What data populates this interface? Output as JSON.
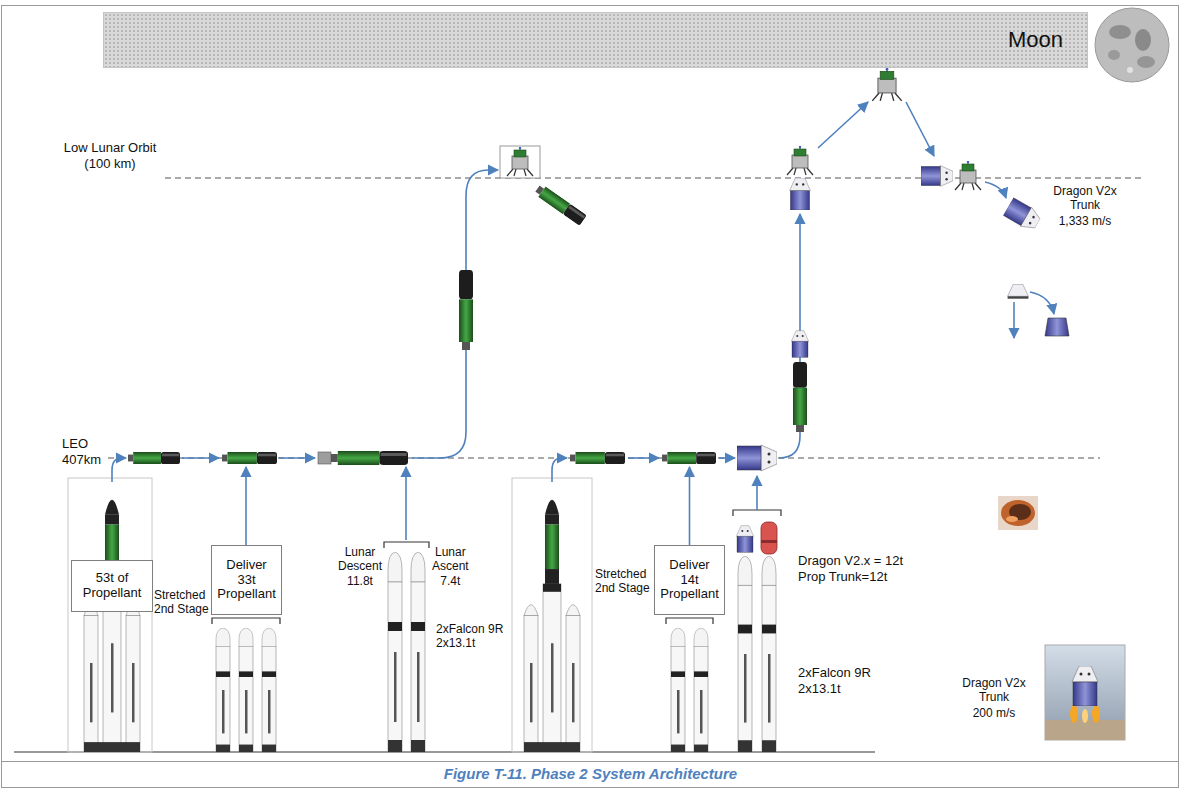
{
  "diagram": {
    "caption": "Figure T-11. Phase 2 System Architecture",
    "nodes": [
      {
        "text": [
          "Moon"
        ]
      },
      {
        "text": [
          "53t of Propellant"
        ]
      },
      {
        "text": [
          "Deliver 33t Propellant"
        ]
      },
      {
        "text": [
          "Deliver 14t Propellant"
        ]
      }
    ],
    "labels": [
      "Low Lunar Orbit (100 km)",
      "Dragon V2x Trunk",
      "1,333 m/s",
      "LEO 407km",
      "Stretched 2nd Stage",
      "Lunar Descent 11.8t",
      "Lunar Ascent 7.4t",
      "2xFalcon 9R 2x13.1t",
      "Stretched 2nd Stage",
      "Dragon V2.x = 12t Prop Trunk=12t",
      "2xFalcon 9R 2x13.1t",
      "Dragon V2x Trunk",
      "200 m/s"
    ]
  }
}
